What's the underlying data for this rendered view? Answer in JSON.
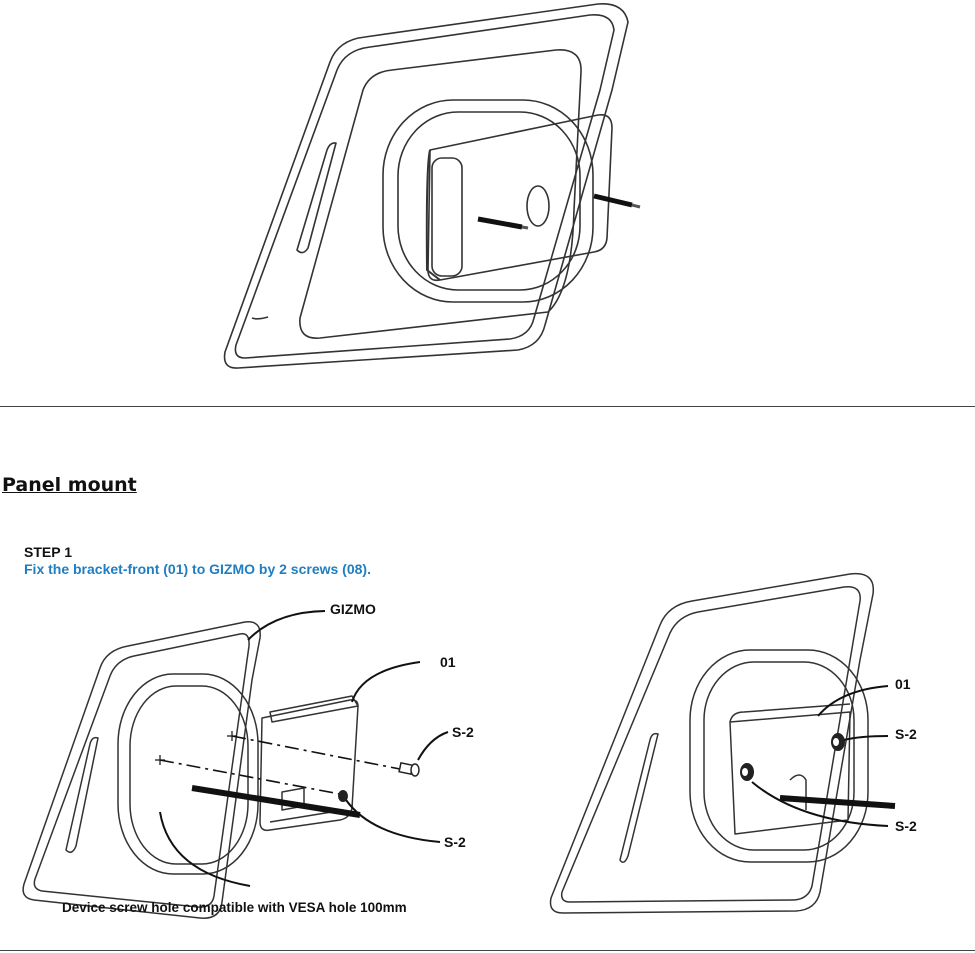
{
  "section": {
    "title": "Panel mount"
  },
  "step": {
    "label": "STEP 1",
    "description": "Fix the  bracket-front (01) to GIZMO by 2 screws (08).",
    "accent_color": "#1f7ec2"
  },
  "left_figure": {
    "callouts": {
      "gizmo": "GIZMO",
      "bracket": "01",
      "screw_top": "S-2",
      "screw_bottom": "S-2"
    },
    "caption": "Device screw hole compatible with VESA hole 100mm"
  },
  "right_figure": {
    "callouts": {
      "bracket": "01",
      "screw_top": "S-2",
      "screw_bottom": "S-2"
    }
  }
}
